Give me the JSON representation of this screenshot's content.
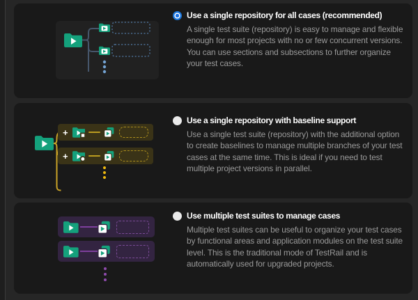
{
  "ui": {
    "name": "test-case-repository-mode-selector"
  },
  "colors": {
    "accent_teal": "#14a17c",
    "radio_selected_blue": "#1a73e8",
    "baseline_yellow": "#c9a227",
    "suite_purple": "#7e3f9d",
    "tree_slate": "#4c6f94",
    "panel_background": "#191919"
  },
  "icons": {
    "plus": "+",
    "ellipsis_vertical": "⋮",
    "folder_play": "folder-with-play-triangle",
    "copy_suite": "stacked-copy-with-play"
  },
  "options": [
    {
      "selected": true,
      "title": "Use a single repository for all cases (recommended)",
      "description": "A single test suite (repository) is easy to manage and flexible enough for most projects with no or few concurrent versions. You can use sections and subsections to further organize your test cases."
    },
    {
      "selected": false,
      "title": "Use a single repository with baseline support",
      "description": "Use a single test suite (repository) with the additional option to create baselines to manage multiple branches of your test cases at the same time. This is ideal if you need to test multiple project versions in parallel."
    },
    {
      "selected": false,
      "title": "Use multiple test suites to manage cases",
      "description": "Multiple test suites can be useful to organize your test cases by functional areas and application modules on the test suite level. This is the traditional mode of TestRail and is automatically used for upgraded projects."
    }
  ],
  "illustrations": {
    "baseline_plus_label": "+"
  }
}
